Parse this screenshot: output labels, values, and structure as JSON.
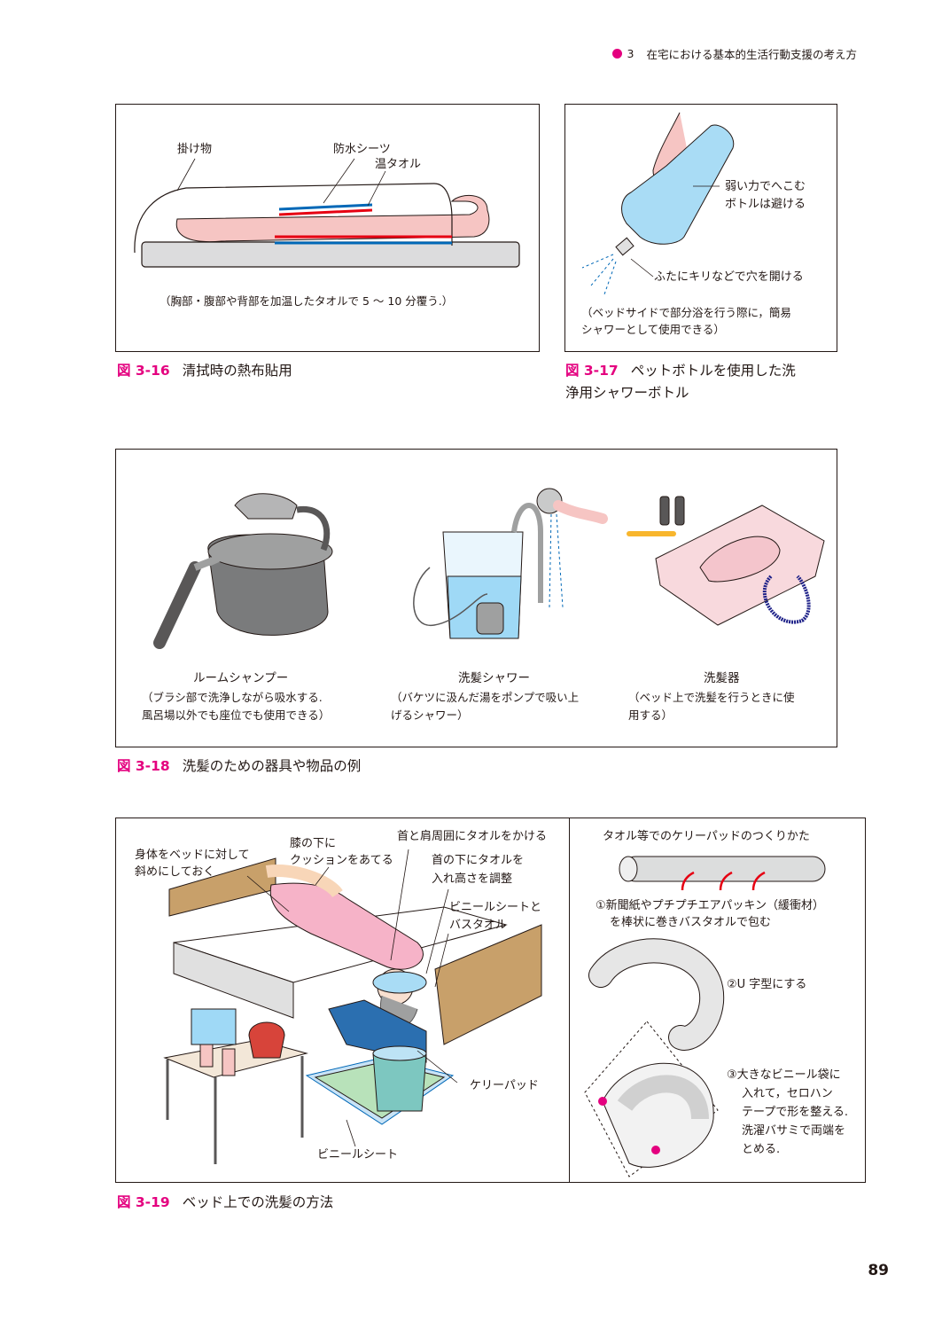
{
  "header": {
    "chapter_no": "3",
    "chapter_title": "在宅における基本的生活行動支援の考え方"
  },
  "fig316": {
    "labels": {
      "kakemono": "掛け物",
      "bousui": "防水シーツ",
      "ontaoru": "温タオル"
    },
    "note": "（胸部・腹部や背部を加温したタオルで 5 〜 10 分覆う.）",
    "caption_num": "図 3-16",
    "caption_text": "清拭時の熱布貼用"
  },
  "fig317": {
    "label1_line1": "弱い力でへこむ",
    "label1_line2": "ボトルは避ける",
    "label2": "ふたにキリなどで穴を開ける",
    "note_line1": "（ベッドサイドで部分浴を行う際に，簡易",
    "note_line2": "シャワーとして使用できる）",
    "caption_num": "図 3-17",
    "caption_line1": "ペットボトルを使用した洗",
    "caption_line2": "浄用シャワーボトル"
  },
  "fig318": {
    "items": [
      {
        "name": "ルームシャンプー",
        "desc1": "（ブラシ部で洗浄しながら吸水する.",
        "desc2": "風呂場以外でも座位でも使用できる）"
      },
      {
        "name": "洗髪シャワー",
        "desc1": "（バケツに汲んだ湯をポンプで吸い上",
        "desc2": "げるシャワー）"
      },
      {
        "name": "洗髪器",
        "desc1": "（ベッド上で洗髪を行うときに使",
        "desc2": "用する）"
      }
    ],
    "caption_num": "図 3-18",
    "caption_text": "洗髪のための器具や物品の例"
  },
  "fig319": {
    "labels": {
      "body1": "身体をベッドに対して",
      "body2": "斜めにしておく",
      "knee1": "膝の下に",
      "knee2": "クッションをあてる",
      "neck_shoulder": "首と肩周囲にタオルをかける",
      "neck1": "首の下にタオルを",
      "neck2": "入れ高さを調整",
      "vinyl_bath1": "ビニールシートと",
      "vinyl_bath2": "バスタオル",
      "kelly": "ケリーパッド",
      "vinyl": "ビニールシート"
    },
    "right": {
      "title": "タオル等でのケリーパッドのつくりかた",
      "step1_line1": "①新聞紙やプチプチエアパッキン（緩衝材）",
      "step1_line2": "を棒状に巻きバスタオルで包む",
      "step2": "②U 字型にする",
      "step3_line1": "③大きなビニール袋に",
      "step3_line2": "入れて，セロハン",
      "step3_line3": "テープで形を整える.",
      "step3_line4": "洗濯バサミで両端を",
      "step3_line5": "とめる."
    },
    "caption_num": "図 3-19",
    "caption_text": "ベッド上での洗髪の方法"
  },
  "page_number": "89",
  "colors": {
    "accent": "#e4007f",
    "red": "#e60012",
    "blue": "#0068b7",
    "skin": "#f8c8c4",
    "water": "#9fd9f6"
  }
}
